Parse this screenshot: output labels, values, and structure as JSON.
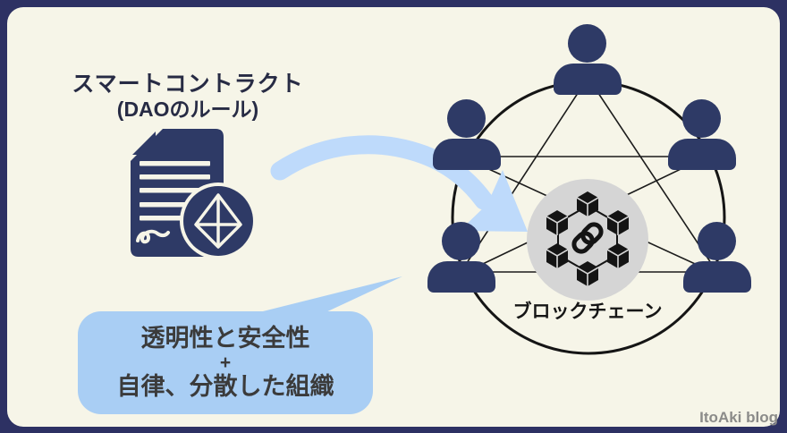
{
  "smart_contract": {
    "title_line1": "スマートコントラクト",
    "title_line2": "(DAOのルール)"
  },
  "network": {
    "label": "ブロックチェーン",
    "member_count": 5
  },
  "bubble": {
    "line1": "透明性と安全性",
    "line2": "+",
    "line3": "自律、分散した組織"
  },
  "watermark": "ItoAki blog",
  "colors": {
    "frame_navy": "#2d3163",
    "background_cream": "#f6f5e8",
    "icon_navy": "#2e3a66",
    "arrow_blue": "#bedafb",
    "bubble_blue": "#a9cef4",
    "hub_gray": "#d5d5d5",
    "line_black": "#151515",
    "text_dark": "#272b44",
    "watermark_gray": "#8b8b89"
  }
}
